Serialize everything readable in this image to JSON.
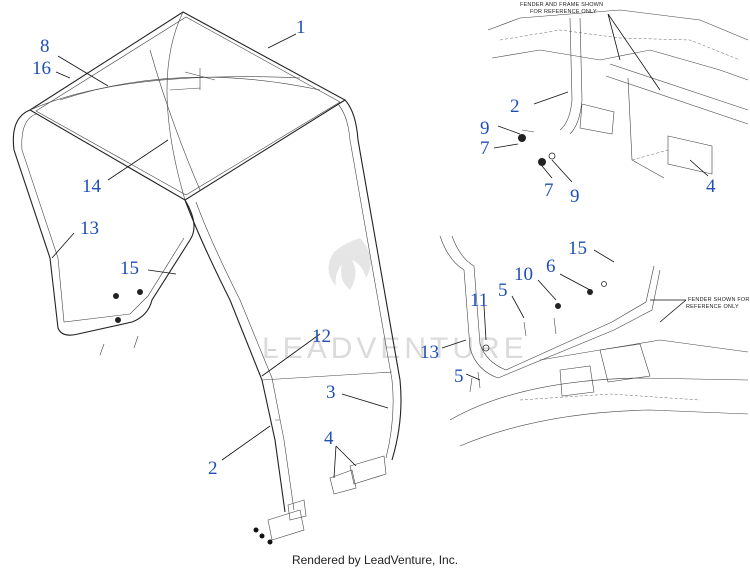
{
  "watermark": "LEADVENTURE",
  "footer": "Rendered by LeadVenture, Inc.",
  "notes": {
    "top_right_line1": "FENDER AND FRAME SHOWN",
    "top_right_line2": "FOR REFERENCE ONLY",
    "bottom_right_line1": "FENDER SHOWN FOR",
    "bottom_right_line2": "REFERENCE ONLY"
  },
  "callouts": {
    "main_1": "1",
    "main_8": "8",
    "main_16": "16",
    "main_14": "14",
    "main_13": "13",
    "main_15": "15",
    "main_12": "12",
    "main_3": "3",
    "main_2": "2",
    "main_4": "4",
    "tr_2": "2",
    "tr_9a": "9",
    "tr_7a": "7",
    "tr_7b": "7",
    "tr_9b": "9",
    "tr_4": "4",
    "br_15": "15",
    "br_6": "6",
    "br_10": "10",
    "br_5a": "5",
    "br_11": "11",
    "br_13": "13",
    "br_5b": "5"
  }
}
